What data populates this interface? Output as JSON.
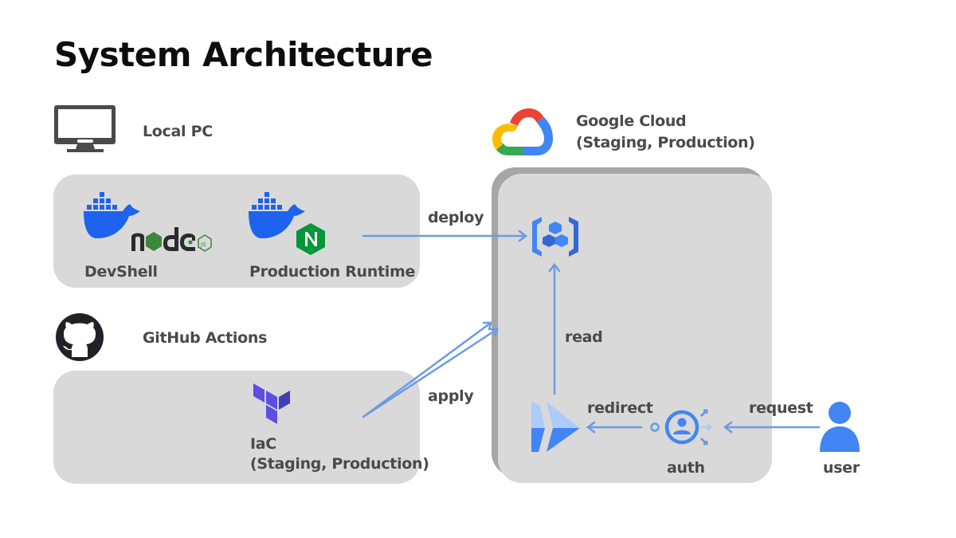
{
  "title": "System Architecture",
  "groups": {
    "local_pc": {
      "label": "Local PC",
      "items": [
        {
          "label": "DevShell",
          "icons": [
            "docker-icon",
            "nodejs-icon"
          ]
        },
        {
          "label": "Production Runtime",
          "icons": [
            "docker-icon",
            "nginx-icon"
          ]
        }
      ]
    },
    "github_actions": {
      "label": "GitHub Actions",
      "items": [
        {
          "label_line1": "IaC",
          "label_line2": "(Staging, Production)",
          "icon": "terraform-icon"
        }
      ]
    },
    "google_cloud": {
      "label_line1": "Google Cloud",
      "label_line2": "(Staging, Production)",
      "services": [
        {
          "name": "artifact-registry",
          "icon": "artifact-registry-icon"
        },
        {
          "name": "cloud-run",
          "icon": "cloud-run-icon"
        },
        {
          "name": "auth",
          "label": "auth",
          "icon": "iap-icon"
        }
      ]
    },
    "user": {
      "label": "user"
    }
  },
  "edges": {
    "deploy": "deploy",
    "apply": "apply",
    "read": "read",
    "redirect": "redirect",
    "request": "request"
  },
  "colors": {
    "arrow": "#6a9be6",
    "gcp_blue": "#4285f4",
    "docker_blue": "#1d63ed",
    "terraform_purple": "#5c4ee5",
    "nginx_green": "#009639",
    "panel": "#d9d9d9",
    "text": "#4a4a4a"
  }
}
